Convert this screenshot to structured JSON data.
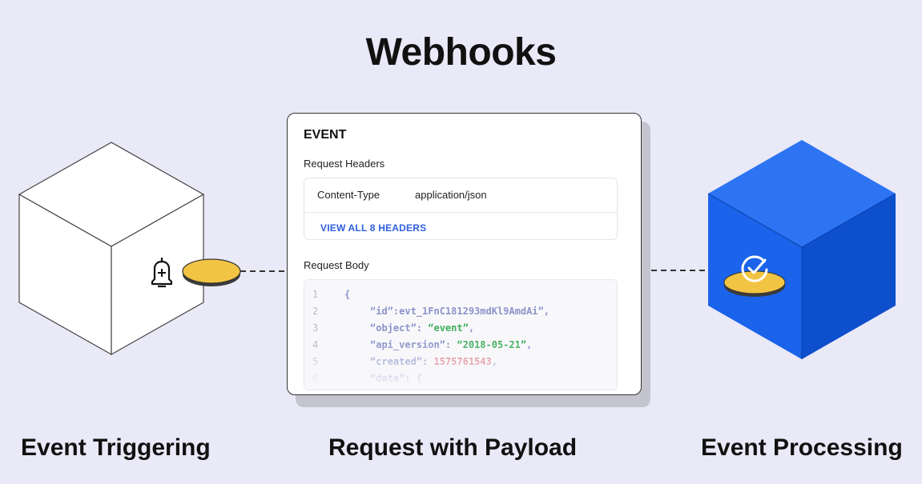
{
  "title": "Webhooks",
  "captions": {
    "left": "Event Triggering",
    "middle": "Request with Payload",
    "right": "Event Processing"
  },
  "icons": {
    "left_cube": "bell-icon",
    "right_cube": "check-circle-icon"
  },
  "colors": {
    "background": "#e9e9f8",
    "token": "#f2c443",
    "blue_cube": "#1a63ea",
    "link": "#2f5fe0",
    "string": "#3fae5a",
    "number": "#e0707a"
  },
  "card": {
    "title": "EVENT",
    "headers_label": "Request Headers",
    "header_key": "Content-Type",
    "header_value": "application/json",
    "view_all_label": "VIEW ALL 8 HEADERS",
    "body_label": "Request Body",
    "code_lines": [
      {
        "num": "1",
        "indent": 0,
        "parts": [
          {
            "t": "{",
            "c": "p"
          }
        ]
      },
      {
        "num": "2",
        "indent": 1,
        "parts": [
          {
            "t": "“id”:evt_1FnC181293mdKl9AmdAi”,",
            "c": "p"
          }
        ]
      },
      {
        "num": "3",
        "indent": 1,
        "parts": [
          {
            "t": "“object”: ",
            "c": "p"
          },
          {
            "t": "“event”",
            "c": "s"
          },
          {
            "t": ",",
            "c": "p"
          }
        ]
      },
      {
        "num": "4",
        "indent": 1,
        "parts": [
          {
            "t": "“api_version”: ",
            "c": "p"
          },
          {
            "t": "“2018-05-21”",
            "c": "s"
          },
          {
            "t": ",",
            "c": "p"
          }
        ]
      },
      {
        "num": "5",
        "indent": 1,
        "parts": [
          {
            "t": "“created”: ",
            "c": "p"
          },
          {
            "t": "1575761543",
            "c": "n"
          },
          {
            "t": ",",
            "c": "p"
          }
        ]
      },
      {
        "num": "6",
        "indent": 1,
        "parts": [
          {
            "t": "“data”: {",
            "c": "p"
          }
        ]
      }
    ]
  }
}
